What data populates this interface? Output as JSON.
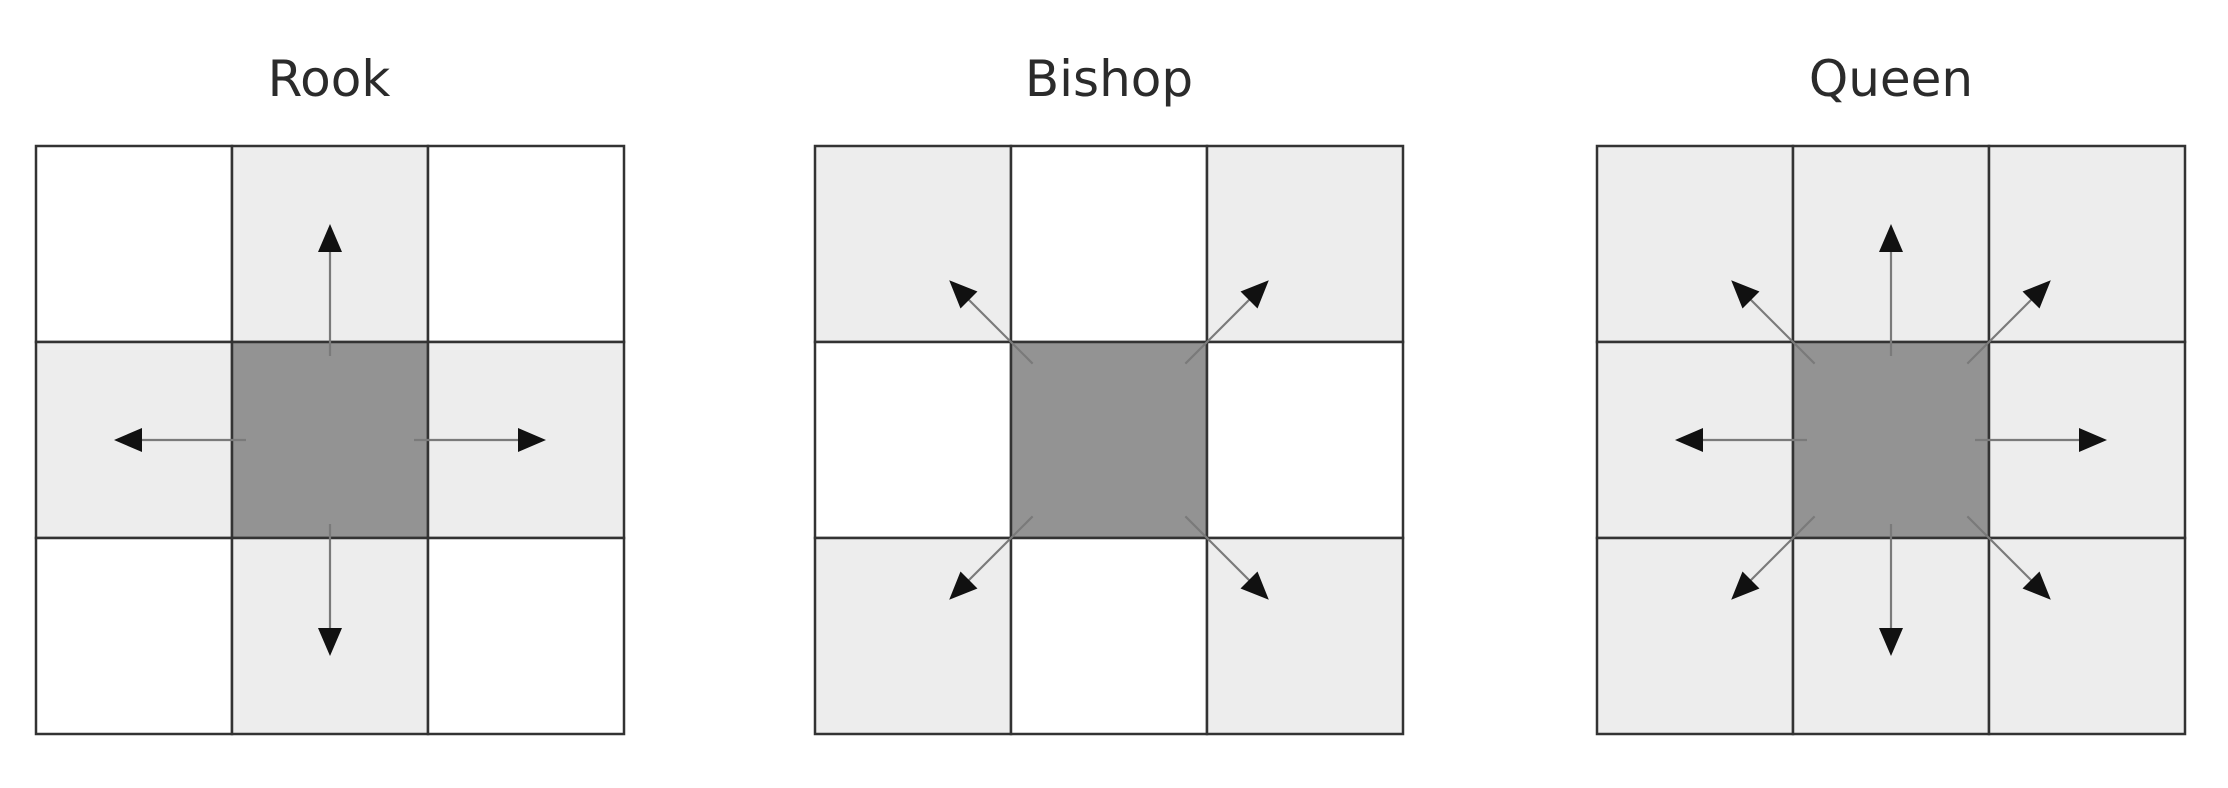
{
  "panels": [
    {
      "id": "rook",
      "title": "Rook",
      "neighbors": [
        "N",
        "E",
        "S",
        "W"
      ]
    },
    {
      "id": "bishop",
      "title": "Bishop",
      "neighbors": [
        "NE",
        "SE",
        "SW",
        "NW"
      ]
    },
    {
      "id": "queen",
      "title": "Queen",
      "neighbors": [
        "N",
        "NE",
        "E",
        "SE",
        "S",
        "SW",
        "W",
        "NW"
      ]
    }
  ],
  "colors": {
    "center_cell": "#939393",
    "neighbor_cell": "#ededed",
    "empty_cell": "#ffffff",
    "grid_line": "#333333",
    "arrow_line": "#7a7a7a",
    "arrow_head": "#111111",
    "title_text": "#2b2b2b"
  }
}
